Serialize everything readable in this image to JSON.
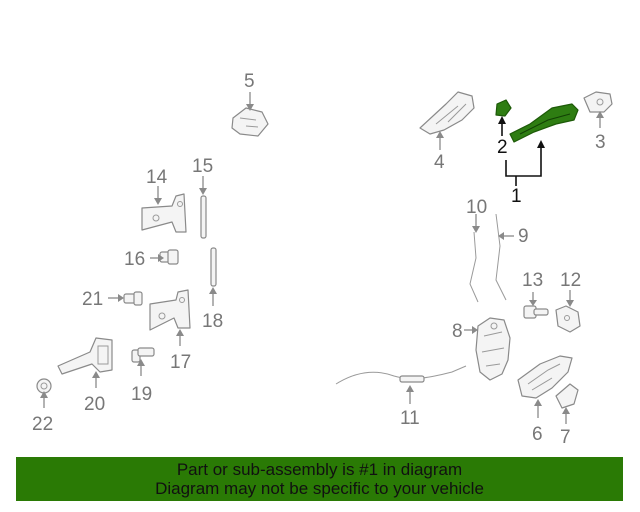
{
  "diagram": {
    "callouts": {
      "c1": "1",
      "c2": "2",
      "c3": "3",
      "c4": "4",
      "c5": "5",
      "c6": "6",
      "c7": "7",
      "c8": "8",
      "c9": "9",
      "c10": "10",
      "c11": "11",
      "c12": "12",
      "c13": "13",
      "c14": "14",
      "c15": "15",
      "c16": "16",
      "c17": "17",
      "c18": "18",
      "c19": "19",
      "c20": "20",
      "c21": "21",
      "c22": "22"
    },
    "highlight_color": "#2e7d12",
    "highlighted_parts": [
      "1",
      "2"
    ]
  },
  "banner": {
    "line1": "Part or sub-assembly is #1 in diagram",
    "line2": "Diagram may not be specific to your vehicle",
    "background": "#2a7a05"
  }
}
